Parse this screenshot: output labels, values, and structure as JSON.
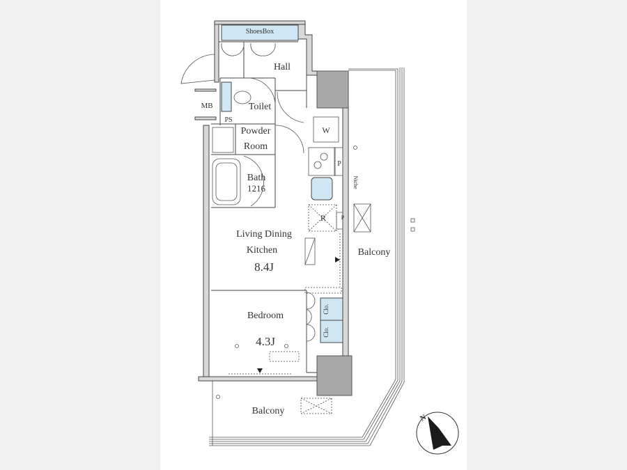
{
  "colors": {
    "background": "#f1f1f1",
    "paper": "#ffffff",
    "storage_fill": "#cfe7f5",
    "pillar": "#a9a9a9",
    "line": "#444444"
  },
  "rooms": {
    "shoes_box": "ShoesBox",
    "hall": "Hall",
    "mb": "MB",
    "toilet": "Toilet",
    "ps": "PS",
    "powder_room_line1": "Powder",
    "powder_room_line2": "Room",
    "bath": "Bath",
    "bath_size": "1216",
    "washer": "W",
    "pipe_1": "P",
    "pipe_2": "P",
    "niche": "Niche",
    "refrigerator": "R",
    "ldk_line1": "Living Dining",
    "ldk_line2": "Kitchen",
    "ldk_size": "8.4J",
    "balcony_east": "Balcony",
    "bedroom": "Bedroom",
    "bedroom_size": "4.3J",
    "closet_1": "Clo.",
    "closet_2": "Clo.",
    "balcony_south": "Balcony"
  },
  "compass": {
    "label": "N"
  }
}
